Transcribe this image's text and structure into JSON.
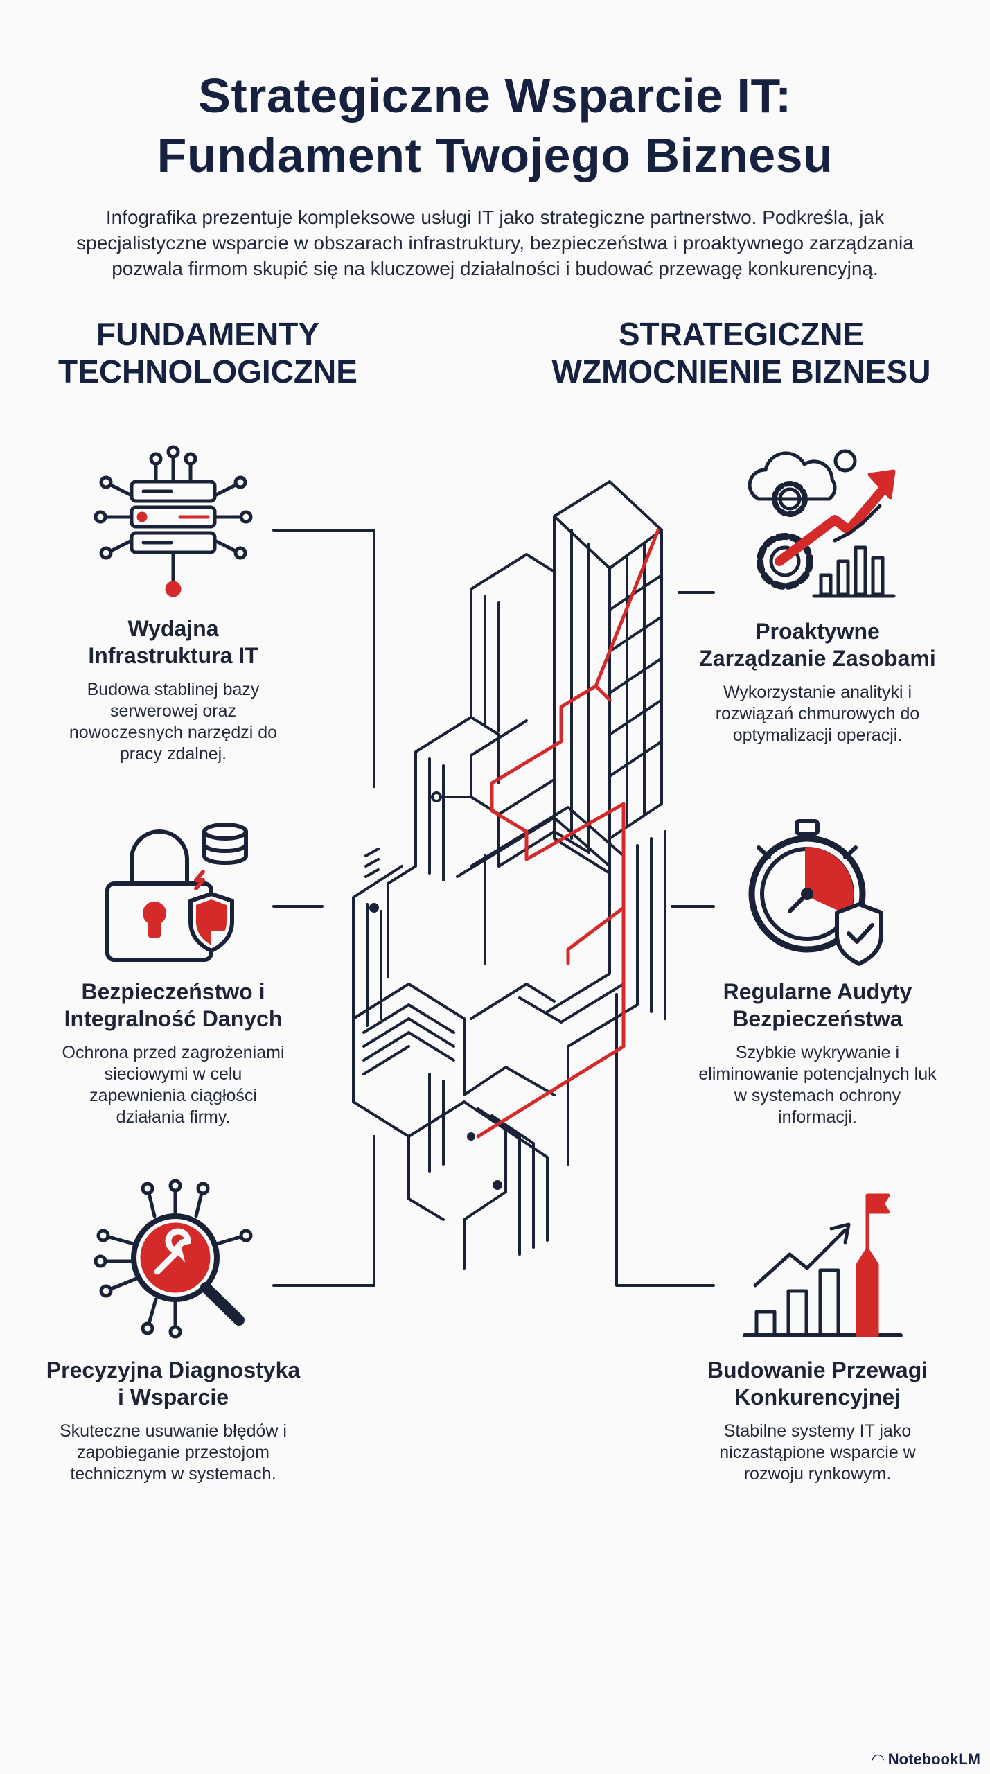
{
  "title": "Strategiczne Wsparcie IT:\nFundament Twojego Biznesu",
  "subtitle": "Infografika prezentuje kompleksowe usługi IT jako strategiczne partnerstwo. Podkreśla, jak specjalistyczne wsparcie w obszarach infrastruktury, bezpieczeństwa i proaktywnego zarządzania pozwala firmom skupić się na kluczowej działalności i budować przewagę konkurencyjną.",
  "columns": {
    "left_heading": "FUNDAMENTY\nTECHNOLOGICZNE",
    "right_heading": "STRATEGICZNE\nWZMOCNIENIE BIZNESU"
  },
  "left_items": [
    {
      "title": "Wydajna\nInfrastruktura IT",
      "text": "Budowa stablinej bazy serwerowej oraz nowoczesnych narzędzi do pracy zdalnej.",
      "icon": "server-network-icon"
    },
    {
      "title": "Bezpieczeństwo i\nIntegralność Danych",
      "text": "Ochrona przed zagrożeniami sieciowymi w celu zapewnienia ciągłości działania firmy.",
      "icon": "padlock-shield-icon"
    },
    {
      "title": "Precyzyjna Diagnostyka\ni Wsparcie",
      "text": "Skuteczne usuwanie błędów i zapobieganie przestojom technicznym w systemach.",
      "icon": "wrench-gear-magnifier-icon"
    }
  ],
  "right_items": [
    {
      "title": "Proaktywne\nZarządzanie Zasobami",
      "text": "Wykorzystanie analityki i rozwiązań chmurowych do optymalizacji operacji.",
      "icon": "cloud-gears-growth-icon"
    },
    {
      "title": "Regularne Audyty\nBezpieczeństwa",
      "text": "Szybkie wykrywanie i eliminowanie potencjalnych luk w systemach ochrony informacji.",
      "icon": "stopwatch-shield-icon"
    },
    {
      "title": "Budowanie Przewagi\nKonkurencyjnej",
      "text": "Stabilne systemy IT jako niczastąpione wsparcie w rozwoju rynkowym.",
      "icon": "bar-chart-flag-icon"
    }
  ],
  "brand": "NotebookLM",
  "colors": {
    "navy": "#1a2238",
    "red": "#d42a2a",
    "background": "#fafafa"
  }
}
